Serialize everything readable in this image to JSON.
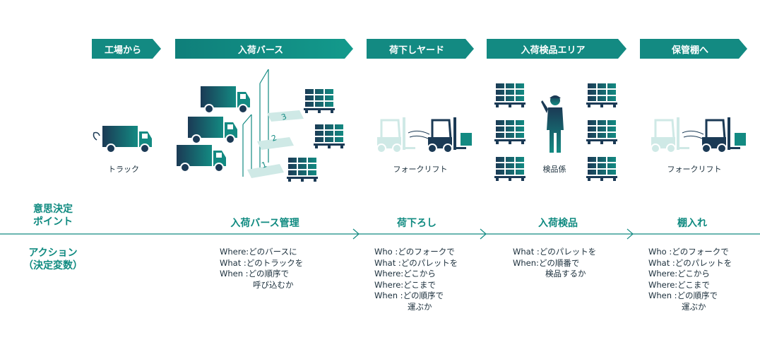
{
  "stages": [
    {
      "label": "工場から"
    },
    {
      "label": "入荷バース"
    },
    {
      "label": "荷下しヤード"
    },
    {
      "label": "入荷検品エリア"
    },
    {
      "label": "保管棚へ"
    }
  ],
  "icon_labels": {
    "truck": "トラック",
    "forklift_1": "フォークリフト",
    "inspector": "検品係",
    "forklift_2": "フォークリフト"
  },
  "berth_numbers": [
    "1",
    "2",
    "3"
  ],
  "left_labels": {
    "decision_point_line1": "意思決定",
    "decision_point_line2": "ポイント",
    "action_line1": "アクション",
    "action_line2": "（決定変数）"
  },
  "phases": [
    {
      "label": "入荷バース管理"
    },
    {
      "label": "荷下ろし"
    },
    {
      "label": "入荷検品"
    },
    {
      "label": "棚入れ"
    }
  ],
  "actions": [
    {
      "rows": [
        {
          "key": "Where:",
          "value": "どのバースに"
        },
        {
          "key": "What  :",
          "value": "どのトラックを"
        },
        {
          "key": "When  :",
          "value": "どの順序で"
        }
      ],
      "cont": "呼び込むか"
    },
    {
      "rows": [
        {
          "key": "Who    :",
          "value": "どのフォークで"
        },
        {
          "key": "What  :",
          "value": "どのパレットを"
        },
        {
          "key": "Where:",
          "value": "どこから"
        },
        {
          "key": "Where:",
          "value": "どこまで"
        },
        {
          "key": "When  :",
          "value": "どの順序で"
        }
      ],
      "cont": "運ぶか"
    },
    {
      "rows": [
        {
          "key": "What :",
          "value": "どのパレットを"
        },
        {
          "key": "When:",
          "value": "どの順番で"
        }
      ],
      "cont": "検品するか"
    },
    {
      "rows": [
        {
          "key": "Who    :",
          "value": "どのフォークで"
        },
        {
          "key": "What  :",
          "value": "どのパレットを"
        },
        {
          "key": "Where:",
          "value": "どこから"
        },
        {
          "key": "Where:",
          "value": "どこまで"
        },
        {
          "key": "When  :",
          "value": "どの順序で"
        }
      ],
      "cont": "運ぶか"
    }
  ],
  "colors": {
    "teal": "#138a82",
    "navy": "#1b3a55",
    "light_teal": "#cfe9e6"
  }
}
